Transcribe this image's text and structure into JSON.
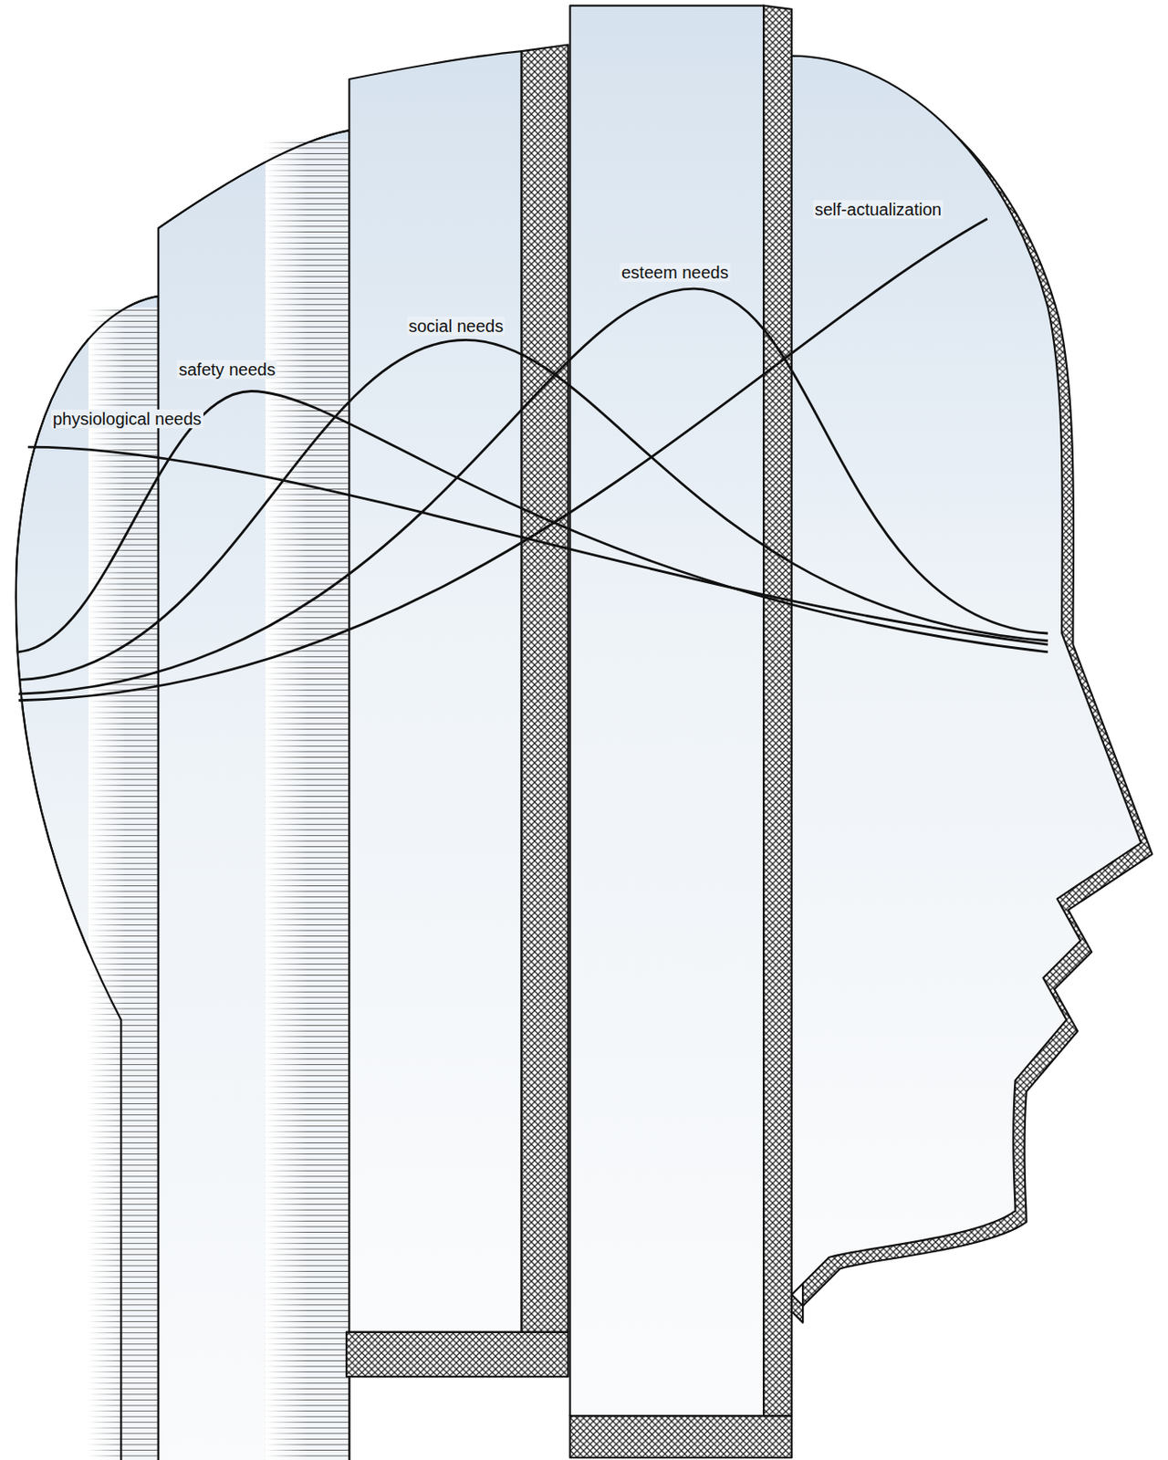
{
  "diagram": {
    "labels": [
      "physiological needs",
      "safety needs",
      "social needs",
      "esteem needs",
      "self-actualization"
    ]
  }
}
